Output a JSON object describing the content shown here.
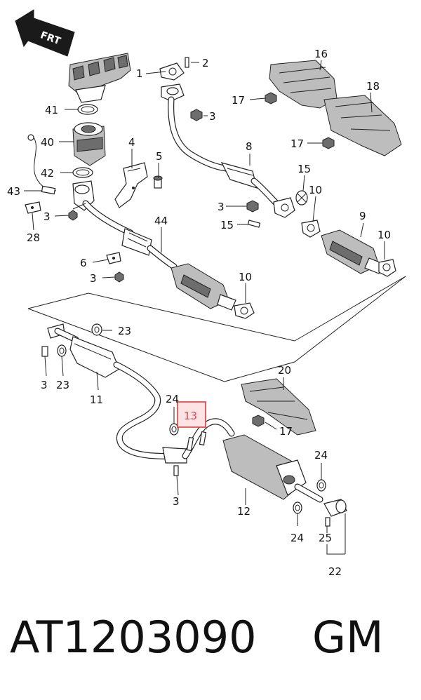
{
  "direction_arrow": {
    "text": "FRT"
  },
  "highlight": {
    "label": "13",
    "color": "#e03c3c",
    "fill": "#fde3e3"
  },
  "callouts": {
    "c1": "1",
    "c2": "2",
    "c3a": "3",
    "c3b": "3",
    "c3c": "3",
    "c3d": "3",
    "c3e": "3",
    "c3f": "3",
    "c4": "4",
    "c5": "5",
    "c6": "6",
    "c8": "8",
    "c9": "9",
    "c10a": "10",
    "c10b": "10",
    "c10c": "10",
    "c11": "11",
    "c12": "12",
    "c15a": "15",
    "c15b": "15",
    "c16": "16",
    "c17a": "17",
    "c17b": "17",
    "c17c": "17",
    "c18": "18",
    "c20": "20",
    "c22": "22",
    "c23a": "23",
    "c23b": "23",
    "c24a": "24",
    "c24b": "24",
    "c24c": "24",
    "c25": "25",
    "c28": "28",
    "c40": "40",
    "c41": "41",
    "c42": "42",
    "c43": "43",
    "c44": "44"
  },
  "footer": {
    "part_number": "AT1203090",
    "brand": "GM"
  }
}
